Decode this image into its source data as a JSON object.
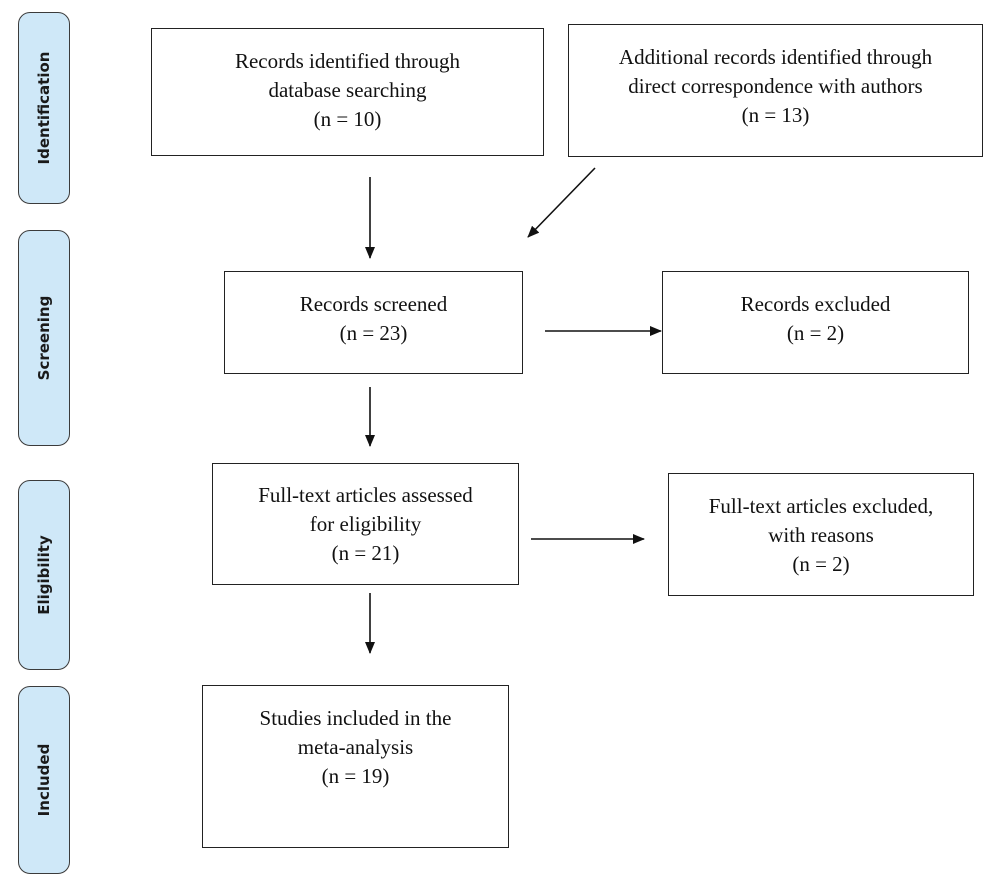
{
  "stages": {
    "identification": "Identification",
    "screening": "Screening",
    "eligibility": "Eligibility",
    "included": "Included"
  },
  "boxes": {
    "database_records": {
      "line1": "Records identified through",
      "line2": "database searching",
      "count": "(n = 10)"
    },
    "additional_records": {
      "line1": "Additional records identified through",
      "line2": "direct correspondence with authors",
      "count": "(n = 13)"
    },
    "records_screened": {
      "line1": "Records screened",
      "count": "(n = 23)"
    },
    "records_excluded": {
      "line1": "Records excluded",
      "count": "(n = 2)"
    },
    "fulltext_assessed": {
      "line1": "Full-text articles assessed",
      "line2": "for eligibility",
      "count": "(n = 21)"
    },
    "fulltext_excluded": {
      "line1": "Full-text articles excluded,",
      "line2": "with reasons",
      "count": "(n = 2)"
    },
    "studies_included": {
      "line1": "Studies included in the",
      "line2": "meta-analysis",
      "count": "(n = 19)"
    }
  },
  "colors": {
    "stage_fill": "#cfe8f8",
    "border": "#222222",
    "arrow": "#111111"
  }
}
